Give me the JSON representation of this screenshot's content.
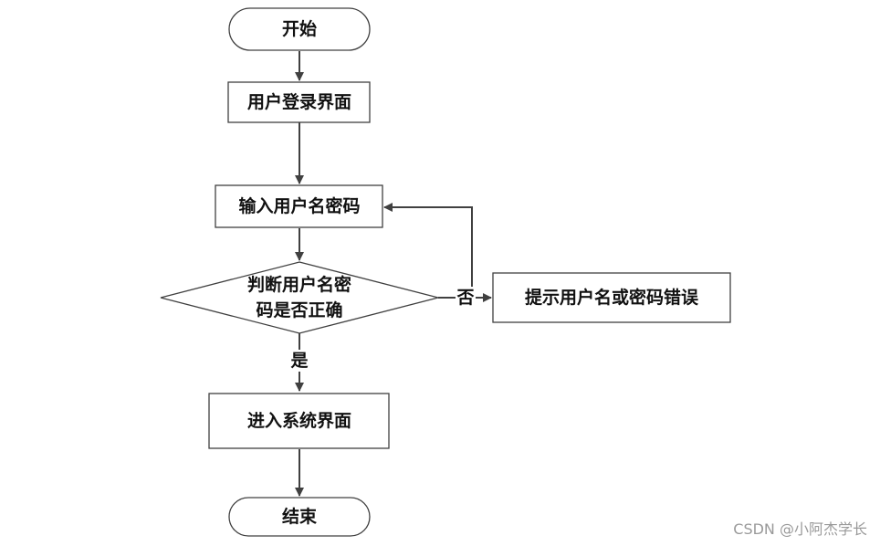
{
  "flowchart": {
    "start": "开始",
    "login_page": "用户登录界面",
    "input_credentials": "输入用户名密码",
    "check_line1": "判断用户名密",
    "check_line2": "码是否正确",
    "error_hint": "提示用户名或密码错误",
    "enter_system": "进入系统界面",
    "end": "结束",
    "label_no": "否",
    "label_yes": "是"
  },
  "watermark": "CSDN @小阿杰学长",
  "colors": {
    "stroke": "#404040",
    "text": "#111111",
    "watermark": "#9a9a9a",
    "background": "#ffffff"
  }
}
